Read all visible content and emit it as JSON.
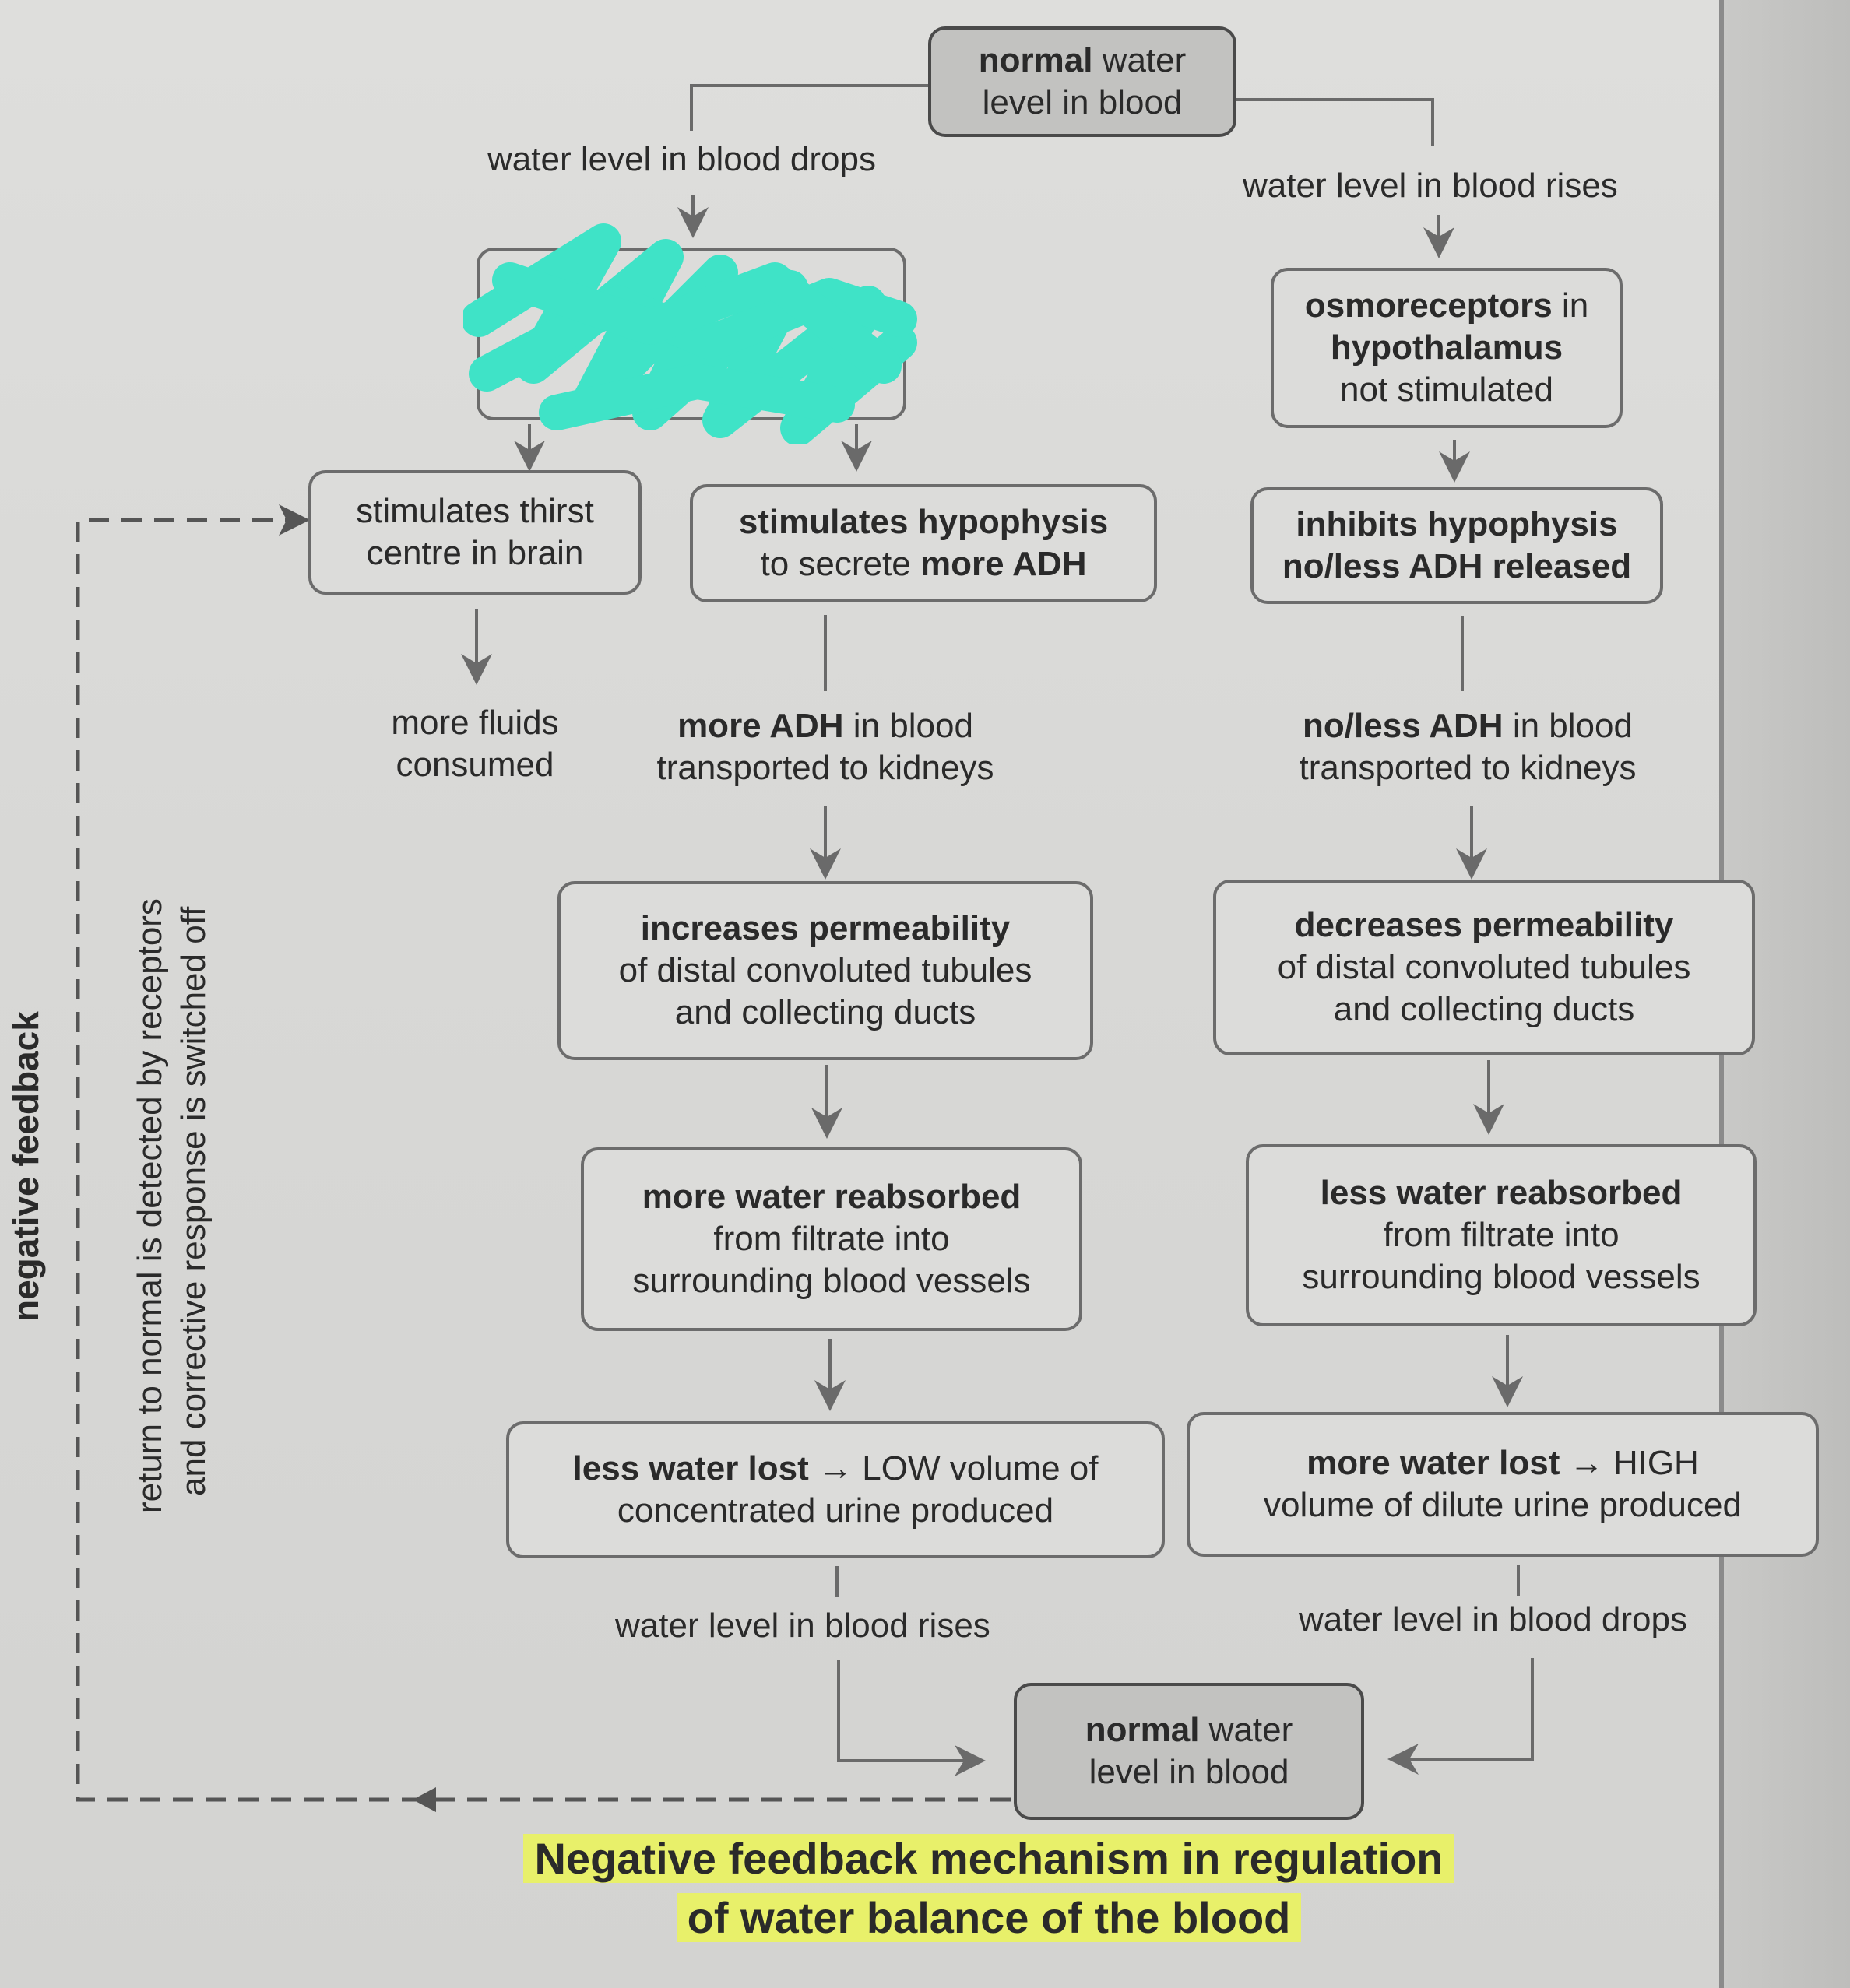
{
  "nodes": {
    "top_normal": {
      "bold": "normal",
      "rest": " water",
      "line2": "level in blood"
    },
    "drop_label": "water level in blood drops",
    "rise_label": "water level in blood rises",
    "osmo_stim": {
      "text": ""
    },
    "osmo_not": {
      "bold1": "osmoreceptors",
      "rest1": " in",
      "bold2": "hypothalamus",
      "line3": "not stimulated"
    },
    "thirst": {
      "line1": "stimulates thirst",
      "line2": "centre in brain"
    },
    "stim_hypo": {
      "bold": "stimulates hypophysis",
      "line2_a": "to secrete ",
      "line2_b": "more ADH"
    },
    "inhib_hypo": {
      "bold1": "inhibits hypophysis",
      "bold2": "no/less ADH released"
    },
    "fluids": {
      "line1": "more fluids",
      "line2": "consumed"
    },
    "more_adh": {
      "bold": "more ADH",
      "rest": " in blood",
      "line2": "transported to kidneys"
    },
    "less_adh": {
      "bold": "no/less ADH",
      "rest": " in blood",
      "line2": "transported to kidneys"
    },
    "inc_perm": {
      "bold": "increases permeability",
      "line2": "of distal convoluted tubules",
      "line3": "and collecting ducts"
    },
    "dec_perm": {
      "bold": "decreases permeability",
      "line2": "of distal convoluted tubules",
      "line3": "and collecting ducts"
    },
    "more_reabs": {
      "bold": "more water reabsorbed",
      "line2": "from filtrate into",
      "line3": "surrounding blood vessels"
    },
    "less_reabs": {
      "bold": "less water reabsorbed",
      "line2": "from filtrate into",
      "line3": "surrounding blood vessels"
    },
    "less_lost": {
      "bold": "less water lost",
      "rest": " → LOW volume of",
      "line2": "concentrated urine produced"
    },
    "more_lost": {
      "bold": "more water lost",
      "rest": " → HIGH",
      "line2": "volume of dilute urine produced"
    },
    "rise_bottom": "water level in blood rises",
    "drop_bottom": "water level in blood drops",
    "bottom_normal": {
      "bold": "normal",
      "rest": " water",
      "line2": "level in blood"
    }
  },
  "side": {
    "negative_feedback": "negative feedback",
    "return_line1": "return to normal is detected by receptors",
    "return_line2": "and corrective response is switched off"
  },
  "title": {
    "line1": "Negative feedback mechanism in regulation",
    "line2": "of water balance of the blood"
  },
  "colors": {
    "highlight": "#e8f06a",
    "redaction": "#3fe3c7"
  }
}
